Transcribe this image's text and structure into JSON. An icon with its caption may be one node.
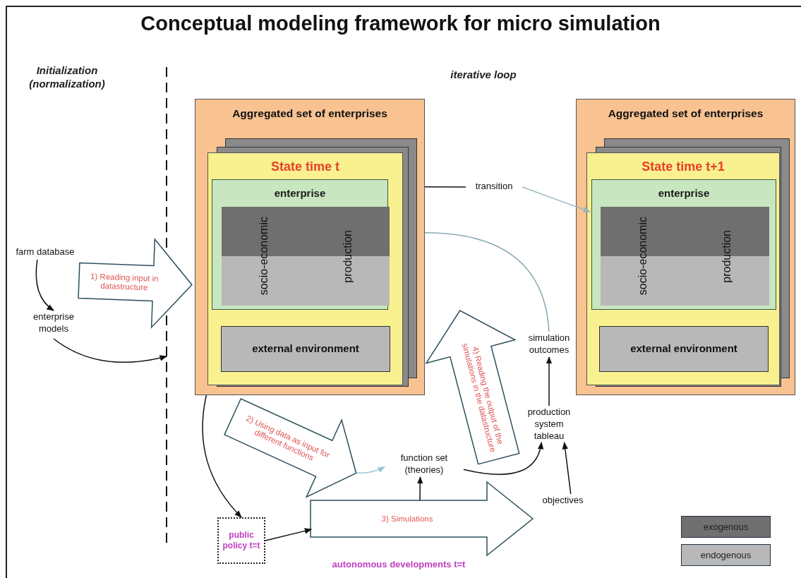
{
  "diagram": {
    "title": "Conceptual modeling framework for micro simulation",
    "nodes": [
      {
        "text": [
          "farm database"
        ]
      },
      {
        "text": [
          "enterprise models"
        ]
      },
      {
        "text": [
          "Aggregated set of enterprises"
        ]
      },
      {
        "text": [
          "State time t"
        ],
        "in": 2
      },
      {
        "text": [
          "enterprise"
        ],
        "in": 3
      },
      {
        "text": [
          "socio-economic"
        ],
        "in": 4
      },
      {
        "text": [
          "production"
        ],
        "in": 4
      },
      {
        "text": [
          "external environment"
        ],
        "in": 3
      },
      {
        "text": [
          "Aggregated set of enterprises"
        ]
      },
      {
        "text": [
          "State time t+1"
        ],
        "in": 8
      },
      {
        "text": [
          "enterprise"
        ],
        "in": 9
      },
      {
        "text": [
          "socio-economic"
        ],
        "in": 10
      },
      {
        "text": [
          "production"
        ],
        "in": 10
      },
      {
        "text": [
          "external environment"
        ],
        "in": 9
      },
      {
        "text": [
          "transition"
        ]
      },
      {
        "text": [
          "simulation outcomes"
        ]
      },
      {
        "text": [
          "production system tableau"
        ]
      },
      {
        "text": [
          "function set (theories)"
        ]
      },
      {
        "text": [
          "public policy t=t"
        ]
      },
      {
        "text": [
          "autonomous developments t=t"
        ]
      },
      {
        "text": [
          "objectives"
        ]
      },
      {
        "text": [
          "1) Reading input in datastructure"
        ]
      },
      {
        "text": [
          "2) Using data as input for different functions"
        ]
      },
      {
        "text": [
          "3) Simulations"
        ]
      },
      {
        "text": [
          "4) Reading the output of the simulations in the datastructure"
        ]
      }
    ],
    "edges": [
      {
        "from": 0,
        "to": 1,
        "arrow": "to"
      },
      {
        "from": 1,
        "to": null,
        "arrow": "to"
      },
      {
        "from": 2,
        "to": 14,
        "arrow": "none"
      },
      {
        "from": 14,
        "to": 10,
        "arrow": "to",
        "color": "#9ab4c4"
      },
      {
        "from": 2,
        "to": 15,
        "arrow": "none",
        "color": "#8aa8b4"
      },
      {
        "from": 16,
        "to": 15,
        "arrow": "to"
      },
      {
        "from": 2,
        "to": 18,
        "arrow": "to"
      },
      {
        "from": 22,
        "to": 17,
        "arrow": "to",
        "color": "#9ac4dc"
      },
      {
        "from": 17,
        "to": 16,
        "arrow": "to"
      },
      {
        "from": 18,
        "to": 23,
        "arrow": "to"
      },
      {
        "from": 23,
        "to": 17,
        "arrow": "to"
      },
      {
        "from": 20,
        "to": 16,
        "arrow": "to"
      }
    ],
    "labels": [
      "Initialization (normalization)",
      "iterative loop"
    ],
    "legend": [
      {
        "text": "exogenous",
        "color": "#707070"
      },
      {
        "text": "endogenous",
        "color": "#b8b8b8"
      }
    ]
  }
}
